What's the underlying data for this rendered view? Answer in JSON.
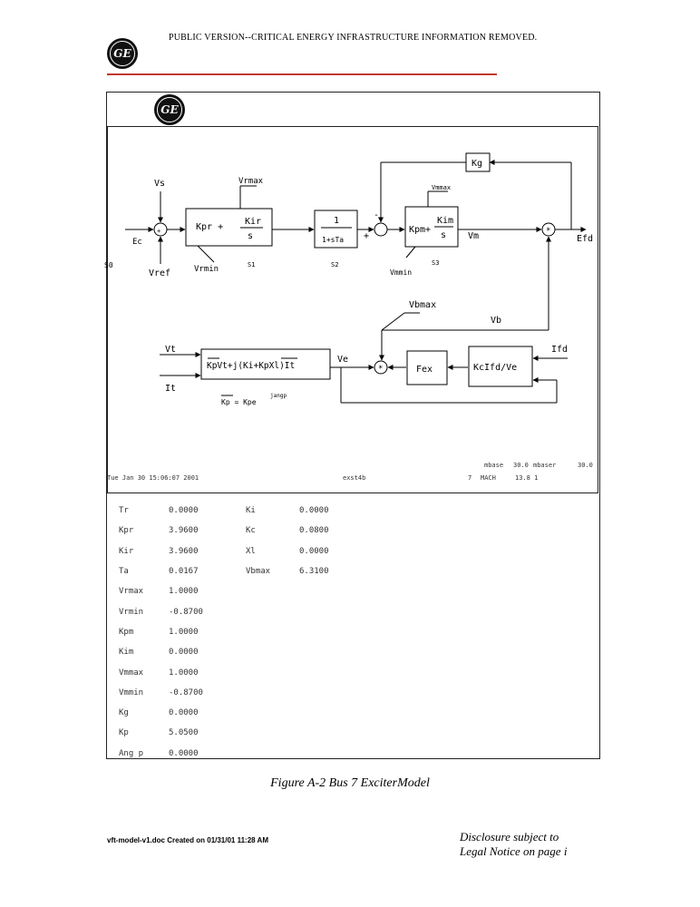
{
  "header": {
    "banner": "PUBLIC VERSION--CRITICAL ENERGY INFRASTRUCTURE INFORMATION REMOVED.",
    "logo_text": "GE"
  },
  "diagram": {
    "blocks": {
      "s1_num": "Kpr +",
      "s1_frac_num": "Kir",
      "s1_frac_den": "s",
      "s2_num": "1",
      "s2_den": "1+sTa",
      "s3_num": "Kpm+",
      "s3_frac_num": "Kim",
      "s3_frac_den": "s",
      "kg": "Kg",
      "vb_expr": "KpVt+j(Ki+KpXl)It",
      "vb_sub": "Kp = Kpe",
      "vb_sup": "jangp",
      "fex": "Fex",
      "kc": "KcIfd/Ve"
    },
    "labels": {
      "vs": "Vs",
      "ec": "Ec",
      "vref": "Vref",
      "s0": "S0",
      "vrmax": "Vrmax",
      "vrmin": "Vrmin",
      "s1": "S1",
      "s2": "S2",
      "s3": "S3",
      "vmmax": "Vmmax",
      "vmmin": "Vmmin",
      "vm": "Vm",
      "efd": "Efd",
      "plus": "+",
      "minus": "-",
      "mult": "*",
      "vbmax": "Vbmax",
      "vb": "Vb",
      "vt": "Vt",
      "it": "It",
      "ve": "Ve",
      "ifd": "Ifd"
    },
    "footer": {
      "timestamp": "Tue Jan 30 15:06:07 2001",
      "model": "exst4b",
      "bus": "7",
      "mach": "MACH",
      "mbase_label": "mbase",
      "mbase": "30.0",
      "mbaser_label": "mbaser",
      "mbaser": "30.0",
      "id": "13.8 1"
    }
  },
  "parameters": {
    "col1": [
      {
        "name": "Tr",
        "value": "0.0000"
      },
      {
        "name": "Kpr",
        "value": "3.9600"
      },
      {
        "name": "Kir",
        "value": "3.9600"
      },
      {
        "name": "Ta",
        "value": "0.0167"
      },
      {
        "name": "Vrmax",
        "value": "1.0000"
      },
      {
        "name": "Vrmin",
        "value": "-0.8700"
      },
      {
        "name": "Kpm",
        "value": "1.0000"
      },
      {
        "name": "Kim",
        "value": "0.0000"
      },
      {
        "name": "Vmmax",
        "value": "1.0000"
      },
      {
        "name": "Vmmin",
        "value": "-0.8700"
      },
      {
        "name": "Kg",
        "value": "0.0000"
      },
      {
        "name": "Kp",
        "value": "5.0500"
      },
      {
        "name": "Ang p",
        "value": "0.0000"
      }
    ],
    "col2": [
      {
        "name": "Ki",
        "value": "0.0000"
      },
      {
        "name": "Kc",
        "value": "0.0800"
      },
      {
        "name": "Xl",
        "value": "0.0000"
      },
      {
        "name": "Vbmax",
        "value": "6.3100"
      }
    ]
  },
  "caption": "Figure A-2 Bus 7 ExciterModel",
  "footer": {
    "file": "vft-model-v1.doc Created on 01/31/01 11:28 AM",
    "disclosure_line1": "Disclosure subject to",
    "disclosure_line2": "Legal Notice on page i"
  }
}
